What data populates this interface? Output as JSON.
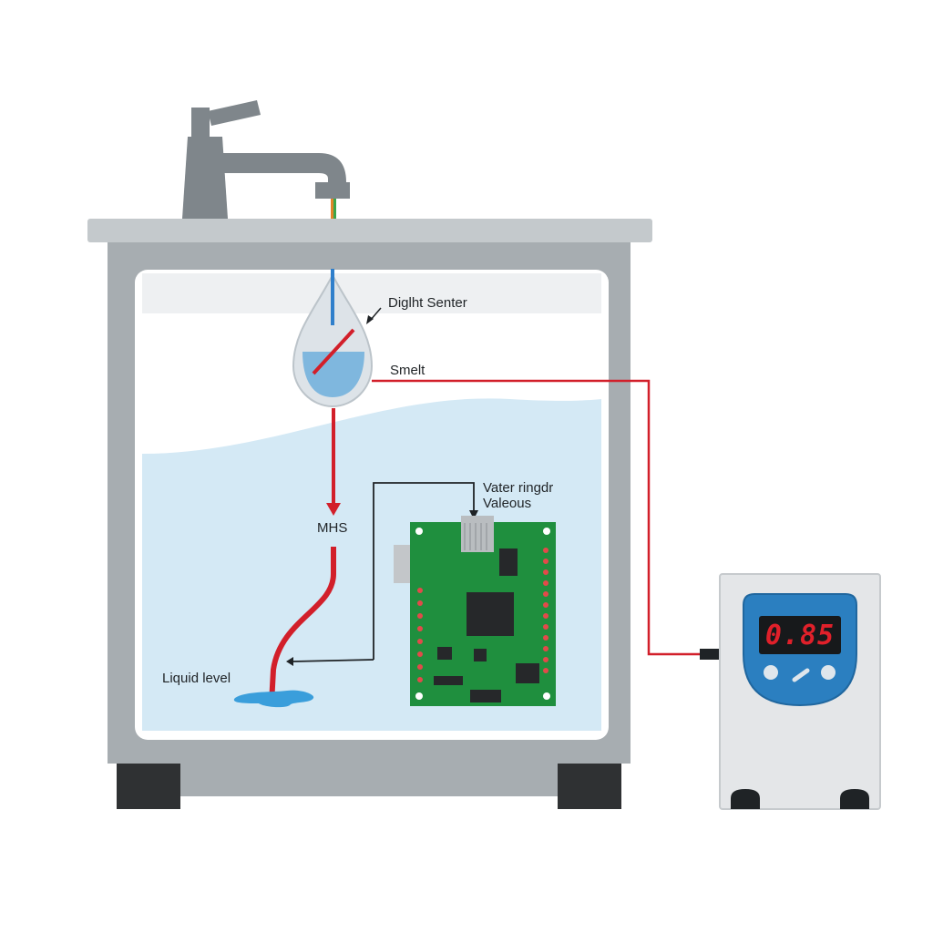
{
  "labels": {
    "digit_sensor": "Diglht Senter",
    "smelt": "Smelt",
    "water_valves": "Vater ringdr\nValeous",
    "mhs": "MHS",
    "liquid_level": "Liquid level"
  },
  "controller": {
    "display_value": "0.85"
  },
  "colors": {
    "tank_frame": "#a7adb1",
    "water": "#d4e9f5",
    "pcb": "#1f8f3e",
    "wire_red": "#d21f2a",
    "display_bezel": "#2b7fc0"
  }
}
